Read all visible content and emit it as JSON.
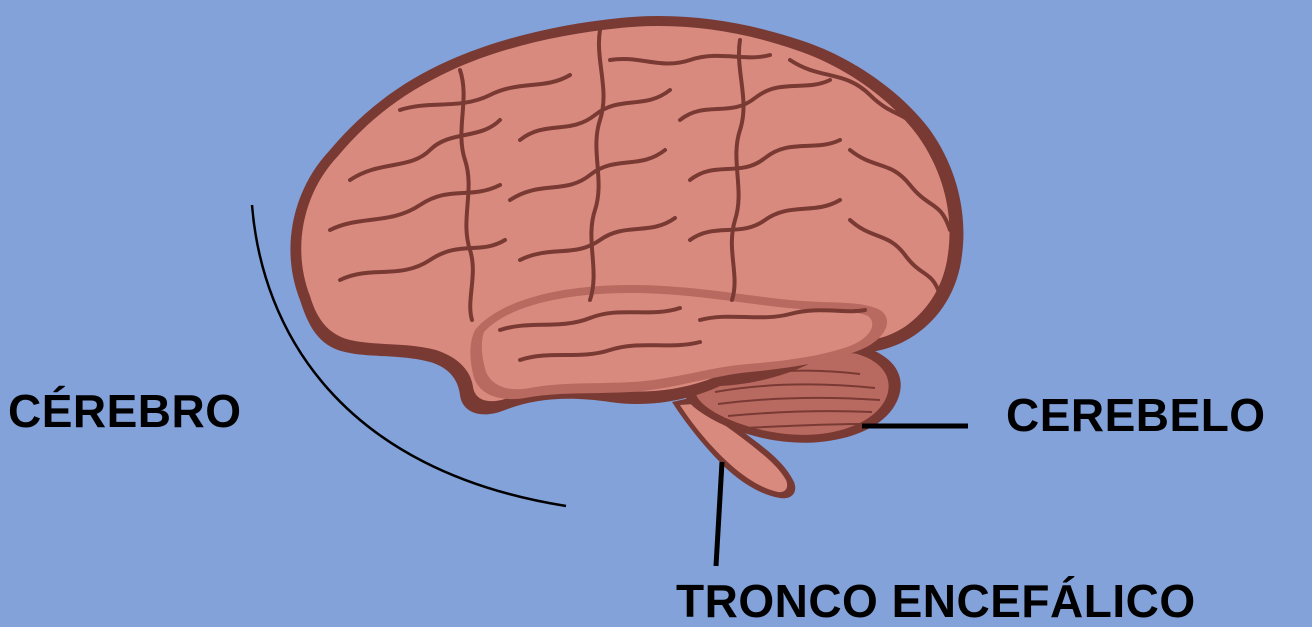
{
  "colors": {
    "background": "#82A2D9",
    "brain_fill": "#D98A7E",
    "brain_shadow": "#B86A60",
    "brain_dark": "#7A3A34",
    "ink": "#000000"
  },
  "labels": {
    "cerebro": "CÉREBRO",
    "cerebelo": "CEREBELO",
    "tronco": "TRONCO ENCEFÁLICO"
  },
  "icons": {
    "brain": "brain-illustration-icon"
  }
}
